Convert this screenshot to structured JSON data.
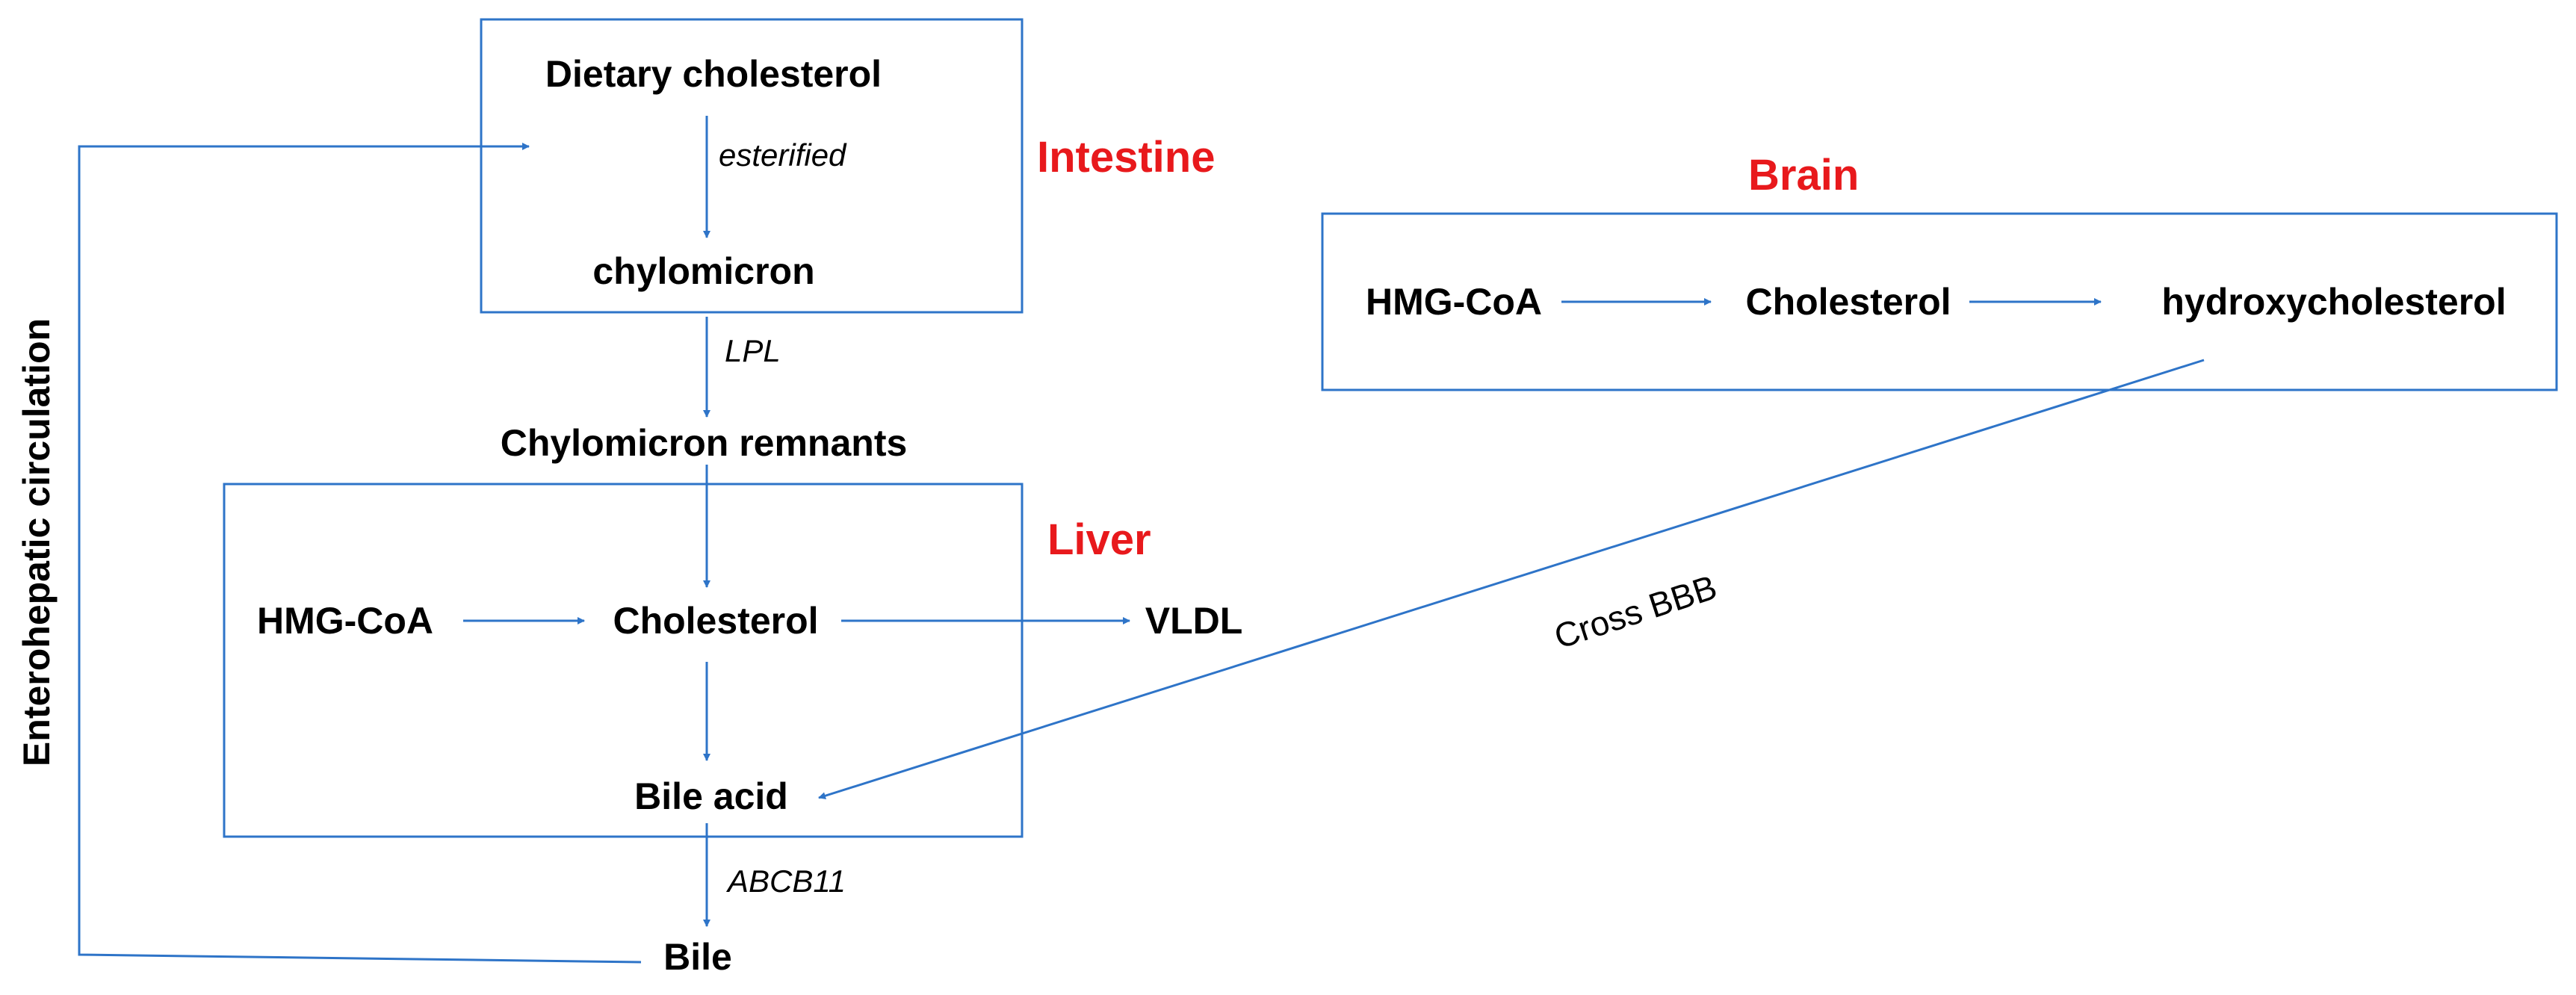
{
  "colors": {
    "line": "#2e74c8",
    "organ": "#e8191c",
    "text": "#000000"
  },
  "organs": {
    "intestine": "Intestine",
    "liver": "Liver",
    "brain": "Brain"
  },
  "nodes": {
    "dietary_cholesterol": "Dietary cholesterol",
    "chylomicron": "chylomicron",
    "chylomicron_remnants": "Chylomicron remnants",
    "liver_hmg_coa": "HMG-CoA",
    "liver_cholesterol": "Cholesterol",
    "vldl": "VLDL",
    "bile_acid": "Bile acid",
    "bile": "Bile",
    "brain_hmg_coa": "HMG-CoA",
    "brain_cholesterol": "Cholesterol",
    "hydroxycholesterol": "hydroxycholesterol"
  },
  "edge_labels": {
    "esterified": "esterified",
    "lpl": "LPL",
    "abcb11": "ABCB11",
    "cross_bbb": "Cross BBB",
    "enterohepatic": "Enterohepatic circulation"
  }
}
